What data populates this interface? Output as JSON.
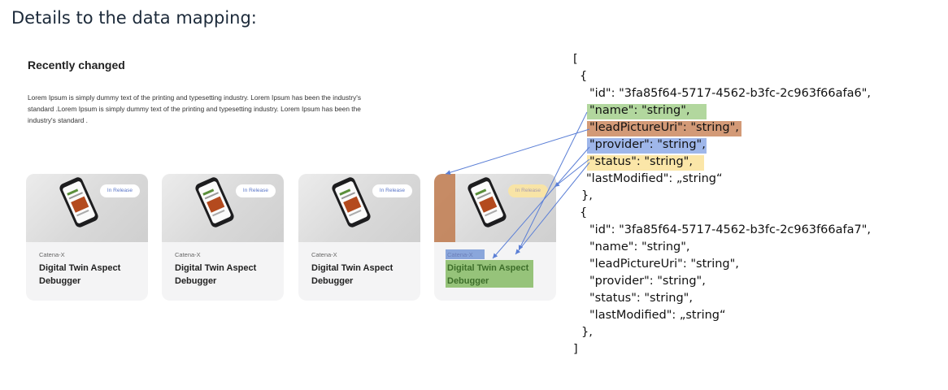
{
  "page": {
    "heading": "Details to the data mapping:"
  },
  "mockup": {
    "title": "Recently changed",
    "description": "Lorem Ipsum is simply dummy text of the printing and typesetting industry. Lorem Ipsum has been the industry's standard .Lorem Ipsum is simply dummy text of the printing and typesetting industry. Lorem Ipsum has been the industry's standard .",
    "cards": [
      {
        "badge": "In Release",
        "provider": "Catena-X",
        "name": "Digital Twin Aspect Debugger"
      },
      {
        "badge": "In Release",
        "provider": "Catena-X",
        "name": "Digital Twin Aspect Debugger"
      },
      {
        "badge": "In Release",
        "provider": "Catena-X",
        "name": "Digital Twin Aspect Debugger"
      },
      {
        "badge": "In Release",
        "provider": "Catena-X",
        "name": "Digital Twin Aspect Debugger"
      }
    ]
  },
  "json_listing": {
    "open_array": "[",
    "close_array": "]",
    "objects": [
      {
        "open": "{",
        "id": "\"id\": \"3fa85f64-5717-4562-b3fc-2c963f66afa6\",",
        "name": "\"name\": \"string\",",
        "leadPictureUri": "\"leadPictureUri\": \"string\",",
        "provider": "\"provider\": \"string\",",
        "status": "\"status\": \"string\",",
        "lastModified": "\"lastModified\": „string“",
        "close": "},"
      },
      {
        "open": "{",
        "id": "\"id\": \"3fa85f64-5717-4562-b3fc-2c963f66afa7\",",
        "name": "\"name\": \"string\",",
        "leadPictureUri": "\"leadPictureUri\": \"string\",",
        "provider": "\"provider\": \"string\",",
        "status": "\"status\": \"string\",",
        "lastModified": "\"lastModified\": „string“",
        "close": "},"
      }
    ]
  },
  "colors": {
    "name_highlight": "#b2d79e",
    "lead_picture_highlight": "#d39a77",
    "provider_highlight": "#9fb7ea",
    "status_highlight": "#fbe6a8",
    "arrow": "#5b7fd6"
  }
}
